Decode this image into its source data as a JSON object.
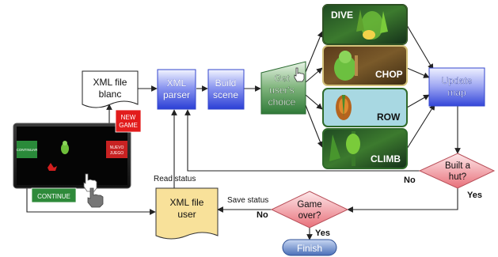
{
  "nodes": {
    "xml_file_blanc": [
      "XML file",
      "blanc"
    ],
    "xml_parser": [
      "XML",
      "parser"
    ],
    "build_scene": [
      "Build",
      "scene"
    ],
    "get_choice": [
      "Get",
      "user's",
      "choice"
    ],
    "update_map": [
      "Update",
      "map"
    ],
    "built_hut": [
      "Built a",
      "hut?"
    ],
    "game_over": [
      "Game",
      "over?"
    ],
    "xml_file_user": [
      "XML file",
      "user"
    ],
    "finish": "Finish"
  },
  "actions": [
    "DIVE",
    "CHOP",
    "ROW",
    "CLIMB"
  ],
  "edge_labels": {
    "read_status": "Read status",
    "save_status": "Save status",
    "hut_no": "No",
    "hut_yes": "Yes",
    "over_no": "No",
    "over_yes": "Yes"
  },
  "game_screen": {
    "btn_continuar": "CONTINUAR",
    "btn_nuevo_juego": [
      "NUEVO",
      "JUEGO"
    ],
    "btn_new_game": [
      "NEW",
      "GAME"
    ],
    "btn_continue": "CONTINUE"
  },
  "colors": {
    "process_blue": "#2b3fd6",
    "decision_red": "#e8707a",
    "choice_green": "#2f7a38",
    "action_border": "#2f6a2a",
    "row_bg": "#a8d8e2",
    "finish_blue": "#5f83c4",
    "file_yellow": "#f8e19a"
  }
}
